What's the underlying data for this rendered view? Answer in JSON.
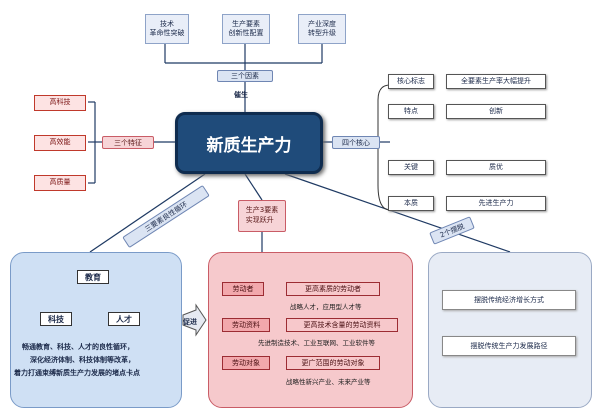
{
  "top": {
    "boxes": [
      "技术\n革命性突破",
      "生产要素\n创新性配置",
      "产业深度\n转型升级"
    ],
    "tag": "三个因素",
    "gives_birth": "催生"
  },
  "core": "新质生产力",
  "left": {
    "tag": "三个特征",
    "items": [
      "高科技",
      "高效能",
      "高质量"
    ]
  },
  "right": {
    "tag": "四个核心",
    "rows": [
      {
        "label": "核心标志",
        "value": "全要素生产率大幅提升"
      },
      {
        "label": "特点",
        "value": "创新"
      },
      {
        "label": "关键",
        "value": "质优"
      },
      {
        "label": "本质",
        "value": "先进生产力"
      }
    ]
  },
  "connectors": {
    "left_diag": "三要素良性循环",
    "mid": "生产3要素\n实现跃升",
    "right_diag": "2个摆脱",
    "promote": "促进"
  },
  "panel_blue": {
    "nodes": {
      "top": "教育",
      "left": "科技",
      "right": "人才"
    },
    "text": [
      "畅通教育、科技、人才的良性循环，",
      "深化经济体制、科技体制等改革，",
      "着力打通束缚新质生产力发展的堵点卡点"
    ]
  },
  "panel_red": {
    "rows": [
      {
        "tag": "劳动者",
        "value": "更高素质的劳动者",
        "sub": "战略人才，应用型人才等"
      },
      {
        "tag": "劳动资料",
        "value": "更高技术含量的劳动资料",
        "sub": "先进制造技术、工业互联网、工业软件等"
      },
      {
        "tag": "劳动对象",
        "value": "更广范围的劳动对象",
        "sub": "战略性新兴产业、未来产业等"
      }
    ]
  },
  "panel_grey": {
    "items": [
      "摆脱传统经济增长方式",
      "摆脱传统生产力发展路径"
    ]
  },
  "colors": {
    "core": "#1f4b7a",
    "red": "#c0392b",
    "blue_panel": "#cfe0f4",
    "red_panel": "#f6c9cc"
  }
}
